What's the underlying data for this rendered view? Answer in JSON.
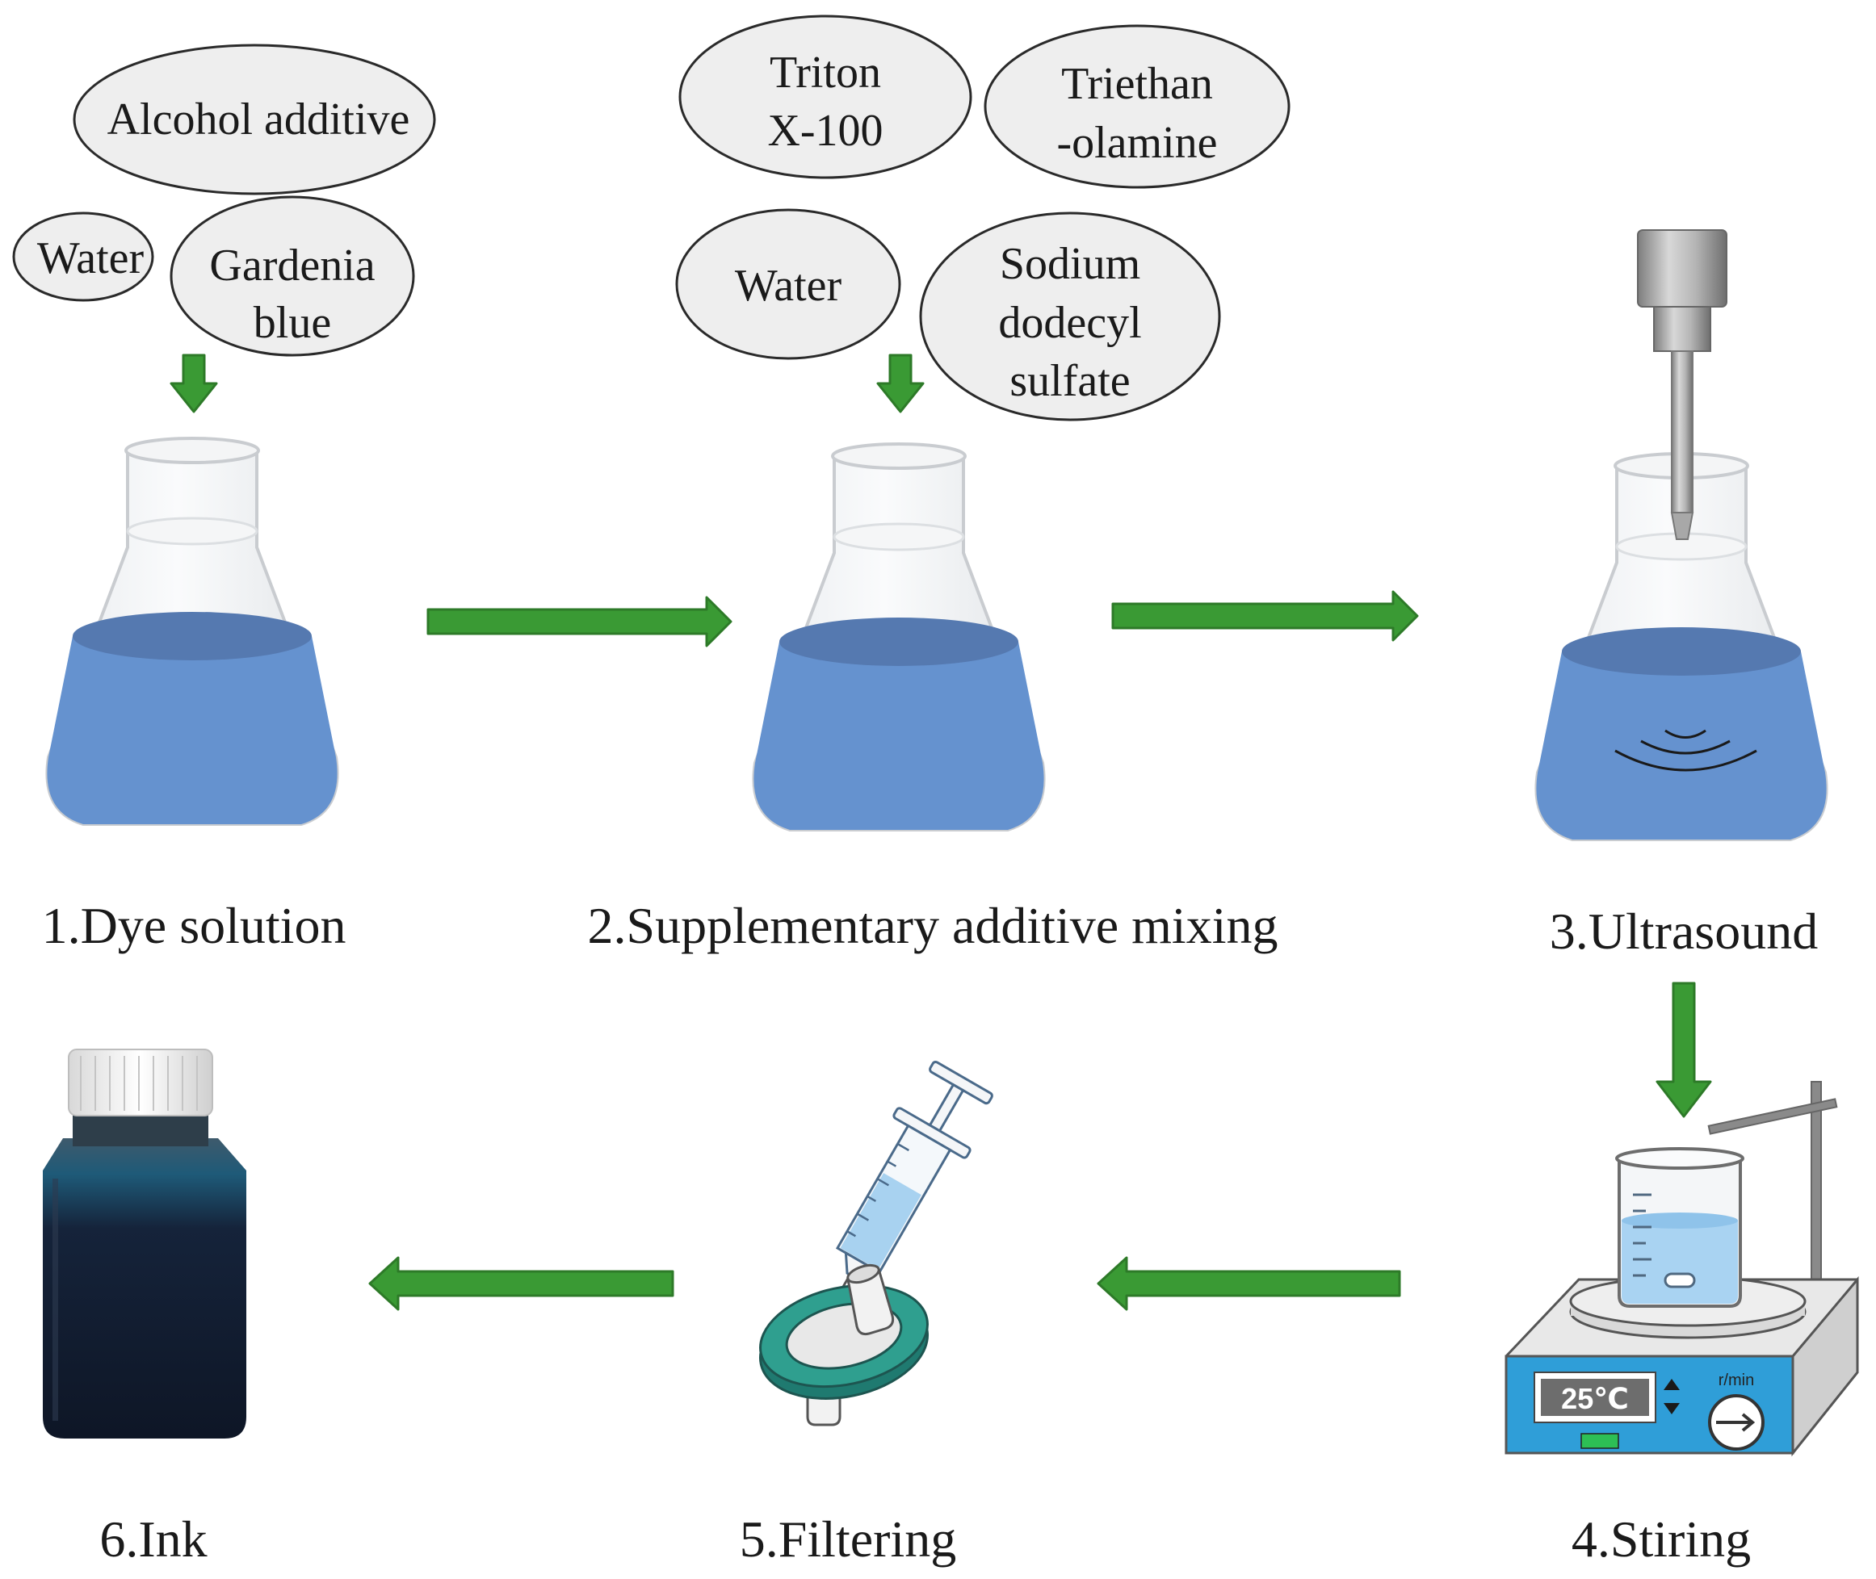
{
  "ingredients": {
    "alcohol_additive": "Alcohol additive",
    "water_1": "Water",
    "gardenia_line1": "Gardenia",
    "gardenia_line2": "blue",
    "triton_line1": "Triton",
    "triton_line2": "X-100",
    "triethan_line1": "Triethan",
    "triethan_line2": "-olamine",
    "water_2": "Water",
    "sds_line1": "Sodium",
    "sds_line2": "dodecyl",
    "sds_line3": "sulfate"
  },
  "steps": {
    "s1": "1.Dye solution",
    "s2": "2.Supplementary additive mixing",
    "s3": "3.Ultrasound",
    "s4": "4.Stiring",
    "s5": "5.Filtering",
    "s6": "6.Ink"
  },
  "stirrer": {
    "temperature": "25℃",
    "speed_unit": "r/min"
  },
  "colors": {
    "arrow": "#3a9a34",
    "liquid": "#6592cf",
    "liquid_top": "#5579b0",
    "ellipse_fill": "#eeeeee",
    "stirrer_panel": "#2f9ed8",
    "filter": "#2f9f8f",
    "ink": "#121c2e"
  },
  "icons": [
    "flask-icon",
    "ultrasonic-probe-icon",
    "magnetic-stirrer-icon",
    "beaker-icon",
    "syringe-icon",
    "syringe-filter-icon",
    "ink-bottle-icon"
  ]
}
